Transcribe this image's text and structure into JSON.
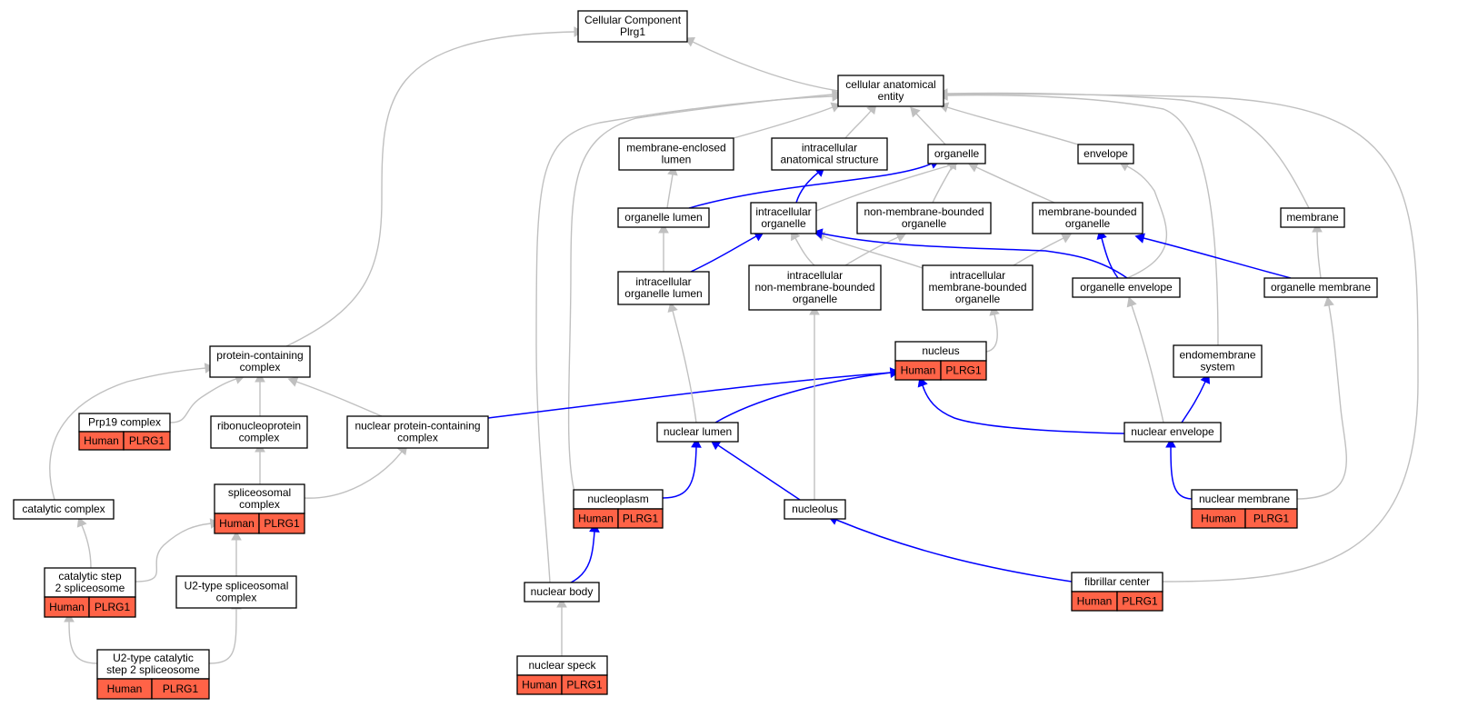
{
  "graph": {
    "colors": {
      "edge_is_a": "#c0c0c0",
      "edge_part_of": "#0000ff",
      "annotation_fill": "#ff6347"
    },
    "nodes": {
      "root": {
        "lines": [
          "Cellular Component",
          "Plrg1"
        ]
      },
      "cae": {
        "lines": [
          "cellular anatomical",
          "entity"
        ]
      },
      "mel": {
        "lines": [
          "membrane-enclosed",
          "lumen"
        ]
      },
      "ias": {
        "lines": [
          "intracellular",
          "anatomical structure"
        ]
      },
      "organelle": {
        "lines": [
          "organelle"
        ]
      },
      "envelope": {
        "lines": [
          "envelope"
        ]
      },
      "orglumen": {
        "lines": [
          "organelle lumen"
        ]
      },
      "intorg": {
        "lines": [
          "intracellular",
          "organelle"
        ]
      },
      "nmbo": {
        "lines": [
          "non-membrane-bounded",
          "organelle"
        ]
      },
      "mbo": {
        "lines": [
          "membrane-bounded",
          "organelle"
        ]
      },
      "membrane": {
        "lines": [
          "membrane"
        ]
      },
      "iol": {
        "lines": [
          "intracellular",
          "organelle lumen"
        ]
      },
      "inmbo": {
        "lines": [
          "intracellular",
          "non-membrane-bounded",
          "organelle"
        ]
      },
      "imbo": {
        "lines": [
          "intracellular",
          "membrane-bounded",
          "organelle"
        ]
      },
      "orgenv": {
        "lines": [
          "organelle envelope"
        ]
      },
      "orgmem": {
        "lines": [
          "organelle membrane"
        ]
      },
      "pcc": {
        "lines": [
          "protein-containing",
          "complex"
        ]
      },
      "nucleus": {
        "lines": [
          "nucleus"
        ],
        "annot": [
          "Human",
          "PLRG1"
        ]
      },
      "endo": {
        "lines": [
          "endomembrane",
          "system"
        ]
      },
      "prp19": {
        "lines": [
          "Prp19 complex"
        ],
        "annot": [
          "Human",
          "PLRG1"
        ]
      },
      "rnp": {
        "lines": [
          "ribonucleoprotein",
          "complex"
        ]
      },
      "npcc": {
        "lines": [
          "nuclear protein-containing",
          "complex"
        ]
      },
      "nuclumen": {
        "lines": [
          "nuclear lumen"
        ]
      },
      "nucenv": {
        "lines": [
          "nuclear envelope"
        ]
      },
      "catcomplex": {
        "lines": [
          "catalytic complex"
        ]
      },
      "spliceo": {
        "lines": [
          "spliceosomal",
          "complex"
        ],
        "annot": [
          "Human",
          "PLRG1"
        ]
      },
      "nucleoplasm": {
        "lines": [
          "nucleoplasm"
        ],
        "annot": [
          "Human",
          "PLRG1"
        ]
      },
      "nucleolus": {
        "lines": [
          "nucleolus"
        ]
      },
      "nucmem": {
        "lines": [
          "nuclear membrane"
        ],
        "annot": [
          "Human",
          "PLRG1"
        ]
      },
      "catstep2": {
        "lines": [
          "catalytic step",
          "2 spliceosome"
        ],
        "annot": [
          "Human",
          "PLRG1"
        ]
      },
      "u2": {
        "lines": [
          "U2-type spliceosomal",
          "complex"
        ]
      },
      "nucbody": {
        "lines": [
          "nuclear body"
        ]
      },
      "fibcenter": {
        "lines": [
          "fibrillar center"
        ],
        "annot": [
          "Human",
          "PLRG1"
        ]
      },
      "u2cat": {
        "lines": [
          "U2-type catalytic",
          "step 2 spliceosome"
        ],
        "annot": [
          "Human",
          "PLRG1"
        ]
      },
      "speck": {
        "lines": [
          "nuclear speck"
        ],
        "annot": [
          "Human",
          "PLRG1"
        ]
      }
    },
    "edges": [
      {
        "from": "cae",
        "to": "root",
        "type": "is_a"
      },
      {
        "from": "pcc",
        "to": "root",
        "type": "is_a"
      },
      {
        "from": "mel",
        "to": "cae",
        "type": "is_a"
      },
      {
        "from": "ias",
        "to": "cae",
        "type": "is_a"
      },
      {
        "from": "organelle",
        "to": "cae",
        "type": "is_a"
      },
      {
        "from": "envelope",
        "to": "cae",
        "type": "is_a"
      },
      {
        "from": "membrane",
        "to": "cae",
        "type": "is_a"
      },
      {
        "from": "endo",
        "to": "cae",
        "type": "is_a"
      },
      {
        "from": "fibcenter",
        "to": "cae",
        "type": "is_a"
      },
      {
        "from": "nucbody",
        "to": "cae",
        "type": "is_a"
      },
      {
        "from": "nucleoplasm",
        "to": "cae",
        "type": "is_a"
      },
      {
        "from": "orglumen",
        "to": "mel",
        "type": "is_a"
      },
      {
        "from": "orglumen",
        "to": "organelle",
        "type": "part_of"
      },
      {
        "from": "intorg",
        "to": "ias",
        "type": "part_of"
      },
      {
        "from": "intorg",
        "to": "organelle",
        "type": "is_a"
      },
      {
        "from": "nmbo",
        "to": "organelle",
        "type": "is_a"
      },
      {
        "from": "mbo",
        "to": "organelle",
        "type": "is_a"
      },
      {
        "from": "orgenv",
        "to": "envelope",
        "type": "is_a"
      },
      {
        "from": "iol",
        "to": "orglumen",
        "type": "is_a"
      },
      {
        "from": "iol",
        "to": "intorg",
        "type": "part_of"
      },
      {
        "from": "inmbo",
        "to": "intorg",
        "type": "is_a"
      },
      {
        "from": "inmbo",
        "to": "nmbo",
        "type": "is_a"
      },
      {
        "from": "imbo",
        "to": "intorg",
        "type": "is_a"
      },
      {
        "from": "imbo",
        "to": "mbo",
        "type": "is_a"
      },
      {
        "from": "orgenv",
        "to": "intorg",
        "type": "part_of"
      },
      {
        "from": "orgenv",
        "to": "mbo",
        "type": "part_of"
      },
      {
        "from": "orgmem",
        "to": "mbo",
        "type": "part_of"
      },
      {
        "from": "orgmem",
        "to": "membrane",
        "type": "is_a"
      },
      {
        "from": "nucleus",
        "to": "imbo",
        "type": "is_a"
      },
      {
        "from": "prp19",
        "to": "pcc",
        "type": "is_a"
      },
      {
        "from": "rnp",
        "to": "pcc",
        "type": "is_a"
      },
      {
        "from": "npcc",
        "to": "pcc",
        "type": "is_a"
      },
      {
        "from": "catcomplex",
        "to": "pcc",
        "type": "is_a"
      },
      {
        "from": "npcc",
        "to": "nucleus",
        "type": "part_of"
      },
      {
        "from": "nuclumen",
        "to": "iol",
        "type": "is_a"
      },
      {
        "from": "nuclumen",
        "to": "nucleus",
        "type": "part_of"
      },
      {
        "from": "nucenv",
        "to": "nucleus",
        "type": "part_of"
      },
      {
        "from": "nucenv",
        "to": "orgenv",
        "type": "is_a"
      },
      {
        "from": "nucenv",
        "to": "endo",
        "type": "part_of"
      },
      {
        "from": "spliceo",
        "to": "rnp",
        "type": "is_a"
      },
      {
        "from": "spliceo",
        "to": "npcc",
        "type": "is_a"
      },
      {
        "from": "nucleoplasm",
        "to": "nuclumen",
        "type": "part_of"
      },
      {
        "from": "nucleolus",
        "to": "nuclumen",
        "type": "part_of"
      },
      {
        "from": "nucleolus",
        "to": "inmbo",
        "type": "is_a"
      },
      {
        "from": "nucmem",
        "to": "nucenv",
        "type": "part_of"
      },
      {
        "from": "nucmem",
        "to": "orgmem",
        "type": "is_a"
      },
      {
        "from": "catstep2",
        "to": "catcomplex",
        "type": "is_a"
      },
      {
        "from": "catstep2",
        "to": "spliceo",
        "type": "is_a"
      },
      {
        "from": "u2",
        "to": "spliceo",
        "type": "is_a"
      },
      {
        "from": "nucbody",
        "to": "nucleoplasm",
        "type": "part_of"
      },
      {
        "from": "fibcenter",
        "to": "nucleolus",
        "type": "part_of"
      },
      {
        "from": "u2cat",
        "to": "catstep2",
        "type": "is_a"
      },
      {
        "from": "u2cat",
        "to": "u2",
        "type": "is_a"
      },
      {
        "from": "speck",
        "to": "nucbody",
        "type": "is_a"
      }
    ]
  }
}
